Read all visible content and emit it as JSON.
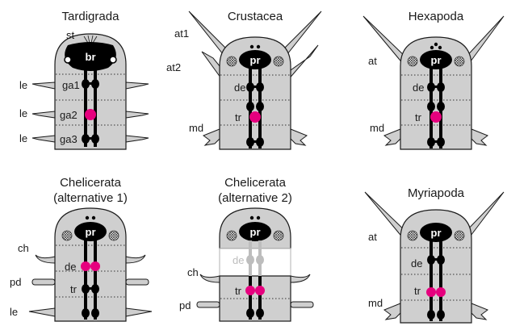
{
  "panels": [
    {
      "title": "Tardigrada",
      "labels": {
        "brain": "br",
        "stylets": "st",
        "ganglia": [
          "ga1",
          "ga2",
          "ga3"
        ],
        "legs": [
          "le",
          "le",
          "le"
        ]
      }
    },
    {
      "title": "Crustacea",
      "labels": {
        "protocerebrum": "pr",
        "antenna1": "at1",
        "antenna2": "at2",
        "deutocerebrum": "de",
        "tritocerebrum": "tr",
        "mandible": "md"
      }
    },
    {
      "title": "Hexapoda",
      "labels": {
        "protocerebrum": "pr",
        "antenna": "at",
        "deutocerebrum": "de",
        "tritocerebrum": "tr",
        "mandible": "md"
      }
    },
    {
      "title": "Chelicerata",
      "subtitle": "(alternative 1)",
      "labels": {
        "protocerebrum": "pr",
        "chelicera": "ch",
        "deutocerebrum": "de",
        "pedipalp": "pd",
        "tritocerebrum": "tr",
        "leg": "le"
      }
    },
    {
      "title": "Chelicerata",
      "subtitle": "(alternative 2)",
      "labels": {
        "protocerebrum": "pr",
        "deutocerebrum": "de",
        "chelicera": "ch",
        "tritocerebrum": "tr",
        "pedipalp": "pd"
      }
    },
    {
      "title": "Myriapoda",
      "labels": {
        "protocerebrum": "pr",
        "antenna": "at",
        "deutocerebrum": "de",
        "tritocerebrum": "tr",
        "mandible": "md"
      }
    }
  ],
  "colors": {
    "body": "#cfcfcf",
    "outline": "#1a1a1a",
    "nervous_system": "#000000",
    "highlight": "#e6007e",
    "faded": "#bdbdbd"
  }
}
